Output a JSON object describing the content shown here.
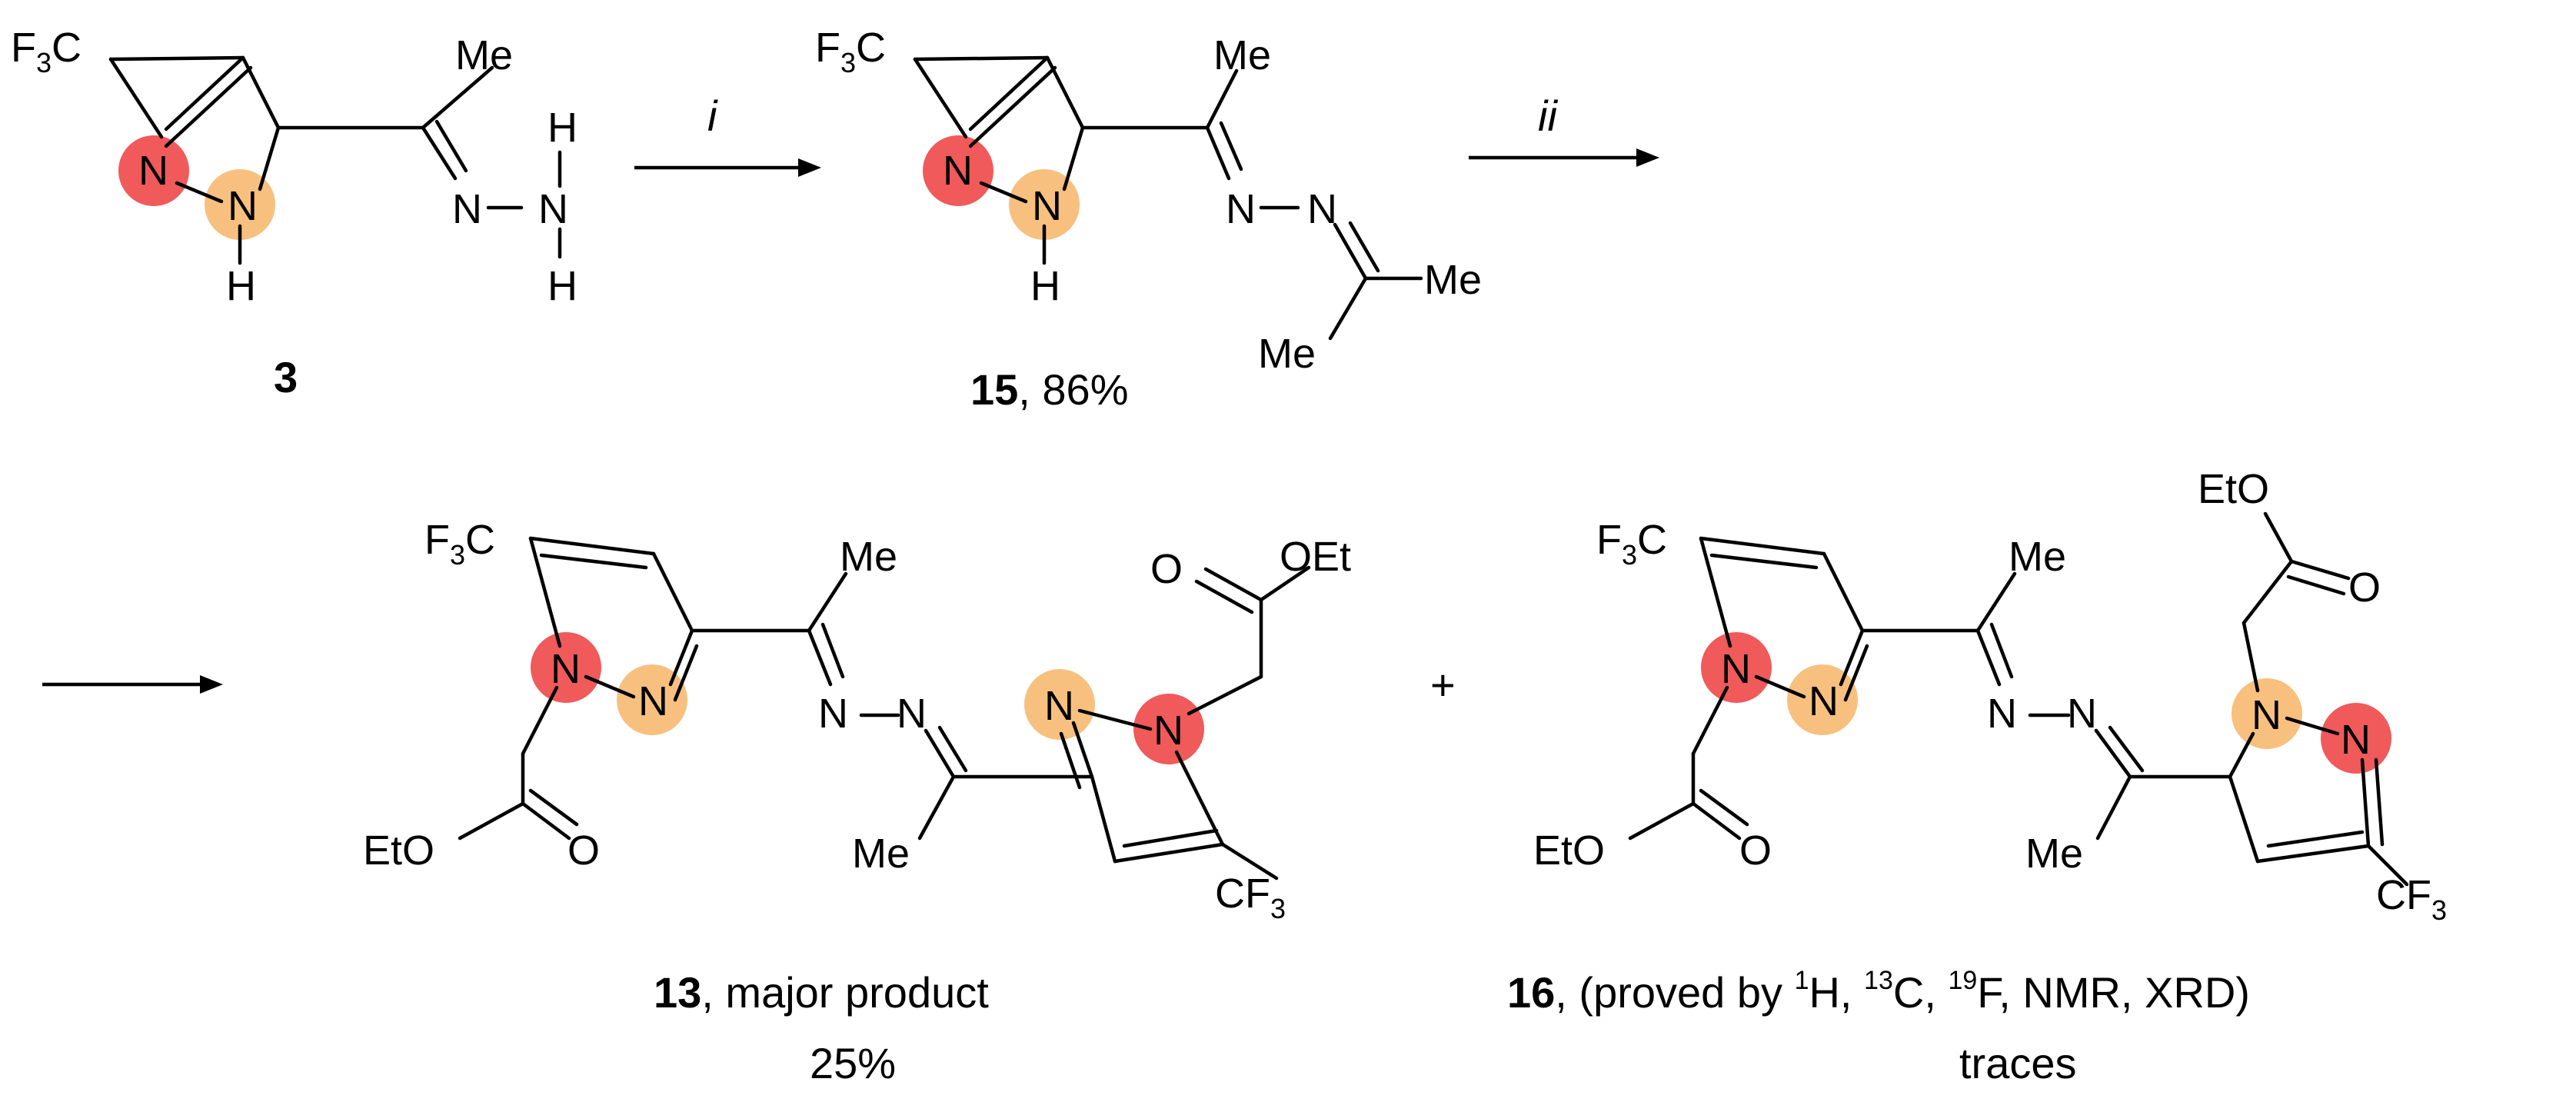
{
  "reagents": {
    "step1": "i",
    "step2": "ii"
  },
  "compounds": {
    "c3": {
      "label": "3"
    },
    "c15": {
      "label": "15",
      "yield": ", 86%"
    },
    "c13": {
      "label": "13",
      "desc": ", major product",
      "yield": "25%"
    },
    "c16": {
      "label": "16",
      "desc_a": ", (proved by ",
      "iso1": "1",
      "el1": "H, ",
      "iso2": "13",
      "el2": "C, ",
      "iso3": "19",
      "el3": "F,  NMR, XRD)",
      "yield": "traces"
    }
  },
  "plus": "+",
  "atoms": {
    "F": "F",
    "sub3": "3",
    "C": "C",
    "CF": "CF",
    "N": "N",
    "H": "H",
    "Me": "Me",
    "O": "O",
    "OEt": "OEt",
    "EtO": "EtO"
  },
  "highlight_colors": {
    "red": "#F05A5A",
    "orange": "#F8C07E"
  }
}
